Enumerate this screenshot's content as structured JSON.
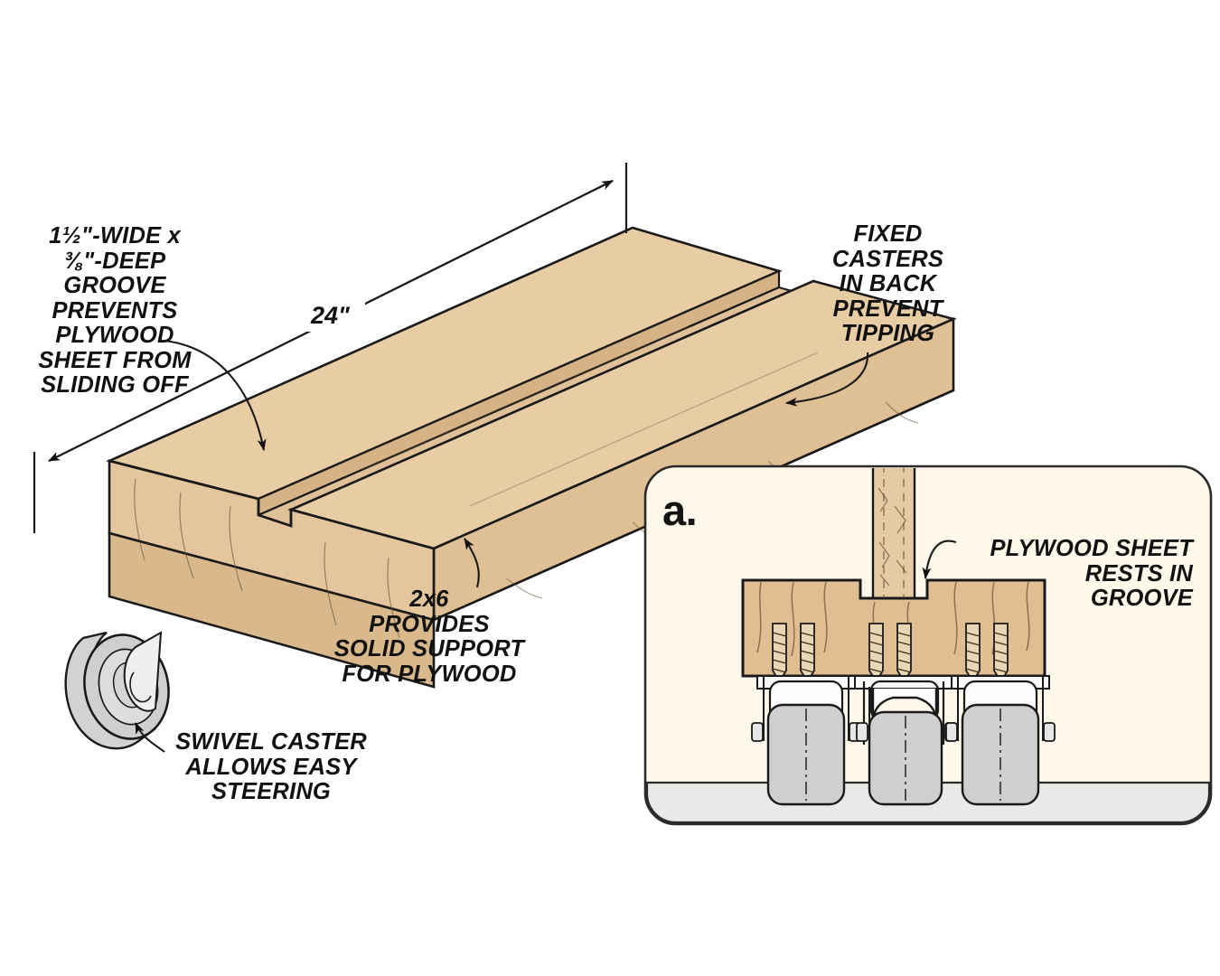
{
  "figure": {
    "title": "Rolling plywood cart base detail",
    "background_color": "#ffffff"
  },
  "dimensions": {
    "length_label": "24\"",
    "groove_width": "1½\"",
    "groove_depth": "⅜\""
  },
  "callouts": [
    {
      "id": "groove",
      "text": "1½\"-WIDE x\n⅜\"-DEEP\nGROOVE\nPREVENTS\nPLYWOOD\nSHEET FROM\nSLIDING OFF"
    },
    {
      "id": "fixed-casters",
      "text": "FIXED\nCASTERS\nIN BACK\nPREVENT\nTIPPING"
    },
    {
      "id": "two-by-six",
      "text": "2x6\nPROVIDES\nSOLID SUPPORT\nFOR PLYWOOD"
    },
    {
      "id": "swivel-caster",
      "text": "SWIVEL CASTER\nALLOWS EASY\nSTEERING"
    },
    {
      "id": "plywood-rests",
      "text": "PLYWOOD SHEET\nRESTS IN\nGROOVE"
    }
  ],
  "labels": {
    "groove": "1½\"-WIDE x\n⅜\"-DEEP\nGROOVE\nPREVENTS\nPLYWOOD\nSHEET FROM\nSLIDING OFF",
    "fixed_casters": "FIXED\nCASTERS\nIN BACK\nPREVENT\nTIPPING",
    "two_by_six": "2x6\nPROVIDES\nSOLID SUPPORT\nFOR PLYWOOD",
    "swivel_caster": "SWIVEL CASTER\nALLOWS EASY\nSTEERING",
    "plywood_rests": "PLYWOOD SHEET\nRESTS IN\nGROOVE",
    "length_dimension": "24\""
  },
  "inset": {
    "letter": "a.",
    "background_color": "#FDF8E9",
    "floor_color": "#E9E9E7",
    "border_color": "#2b2b2b",
    "caster_count": 3,
    "screw_count": 6,
    "swivel_caster_index": 1
  },
  "colors": {
    "wood_top": "#E7CCA4",
    "wood_face": "#DFC094",
    "wood_end": "#E3C69D",
    "wood_inset": "#E0BE91",
    "plywood": "#E5CBA5",
    "caster_wheel": "#CFCFCF",
    "caster_hub": "#E4E4E4",
    "outline": "#1a1a1a",
    "text": "#111111",
    "inset_bg": "#FDF8E9",
    "floor": "#E9E9E7"
  }
}
